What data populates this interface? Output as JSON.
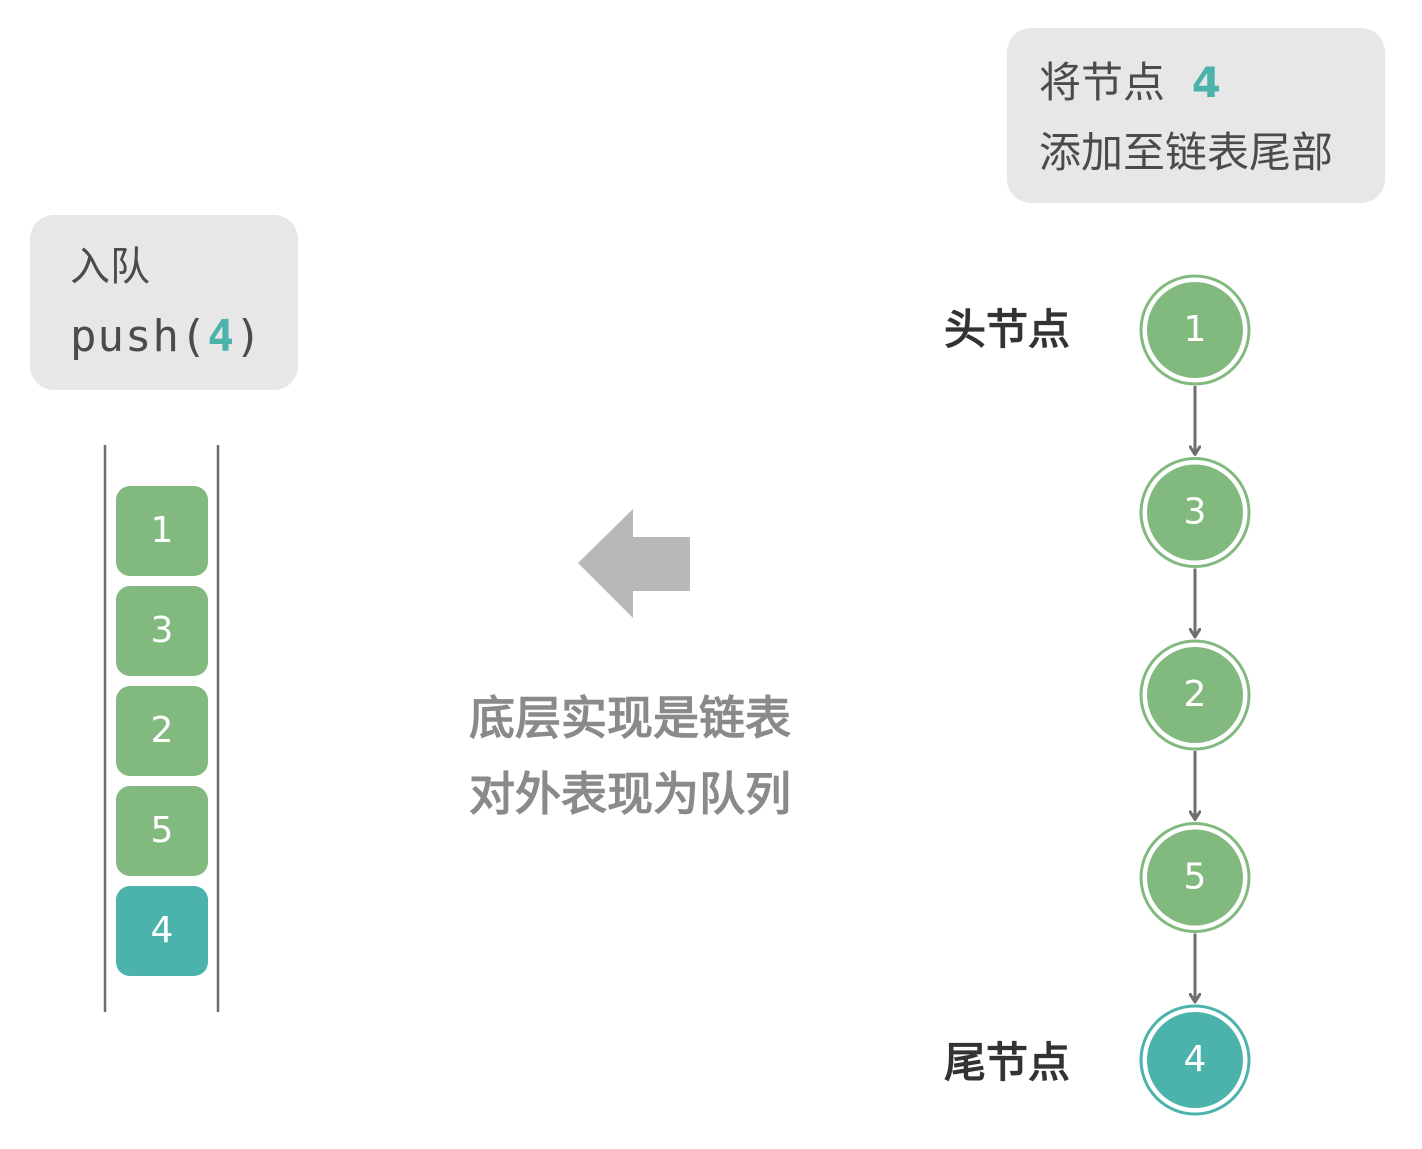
{
  "queue_panel": {
    "title": "入队",
    "call_prefix": "push(",
    "call_value": "4",
    "call_suffix": ")"
  },
  "queue": {
    "items": [
      "1",
      "3",
      "2",
      "5",
      "4"
    ],
    "new_item_index": 4
  },
  "middle_caption": {
    "line1": "底层实现是链表",
    "line2": "对外表现为队列"
  },
  "list_panel": {
    "line1_prefix": "将节点",
    "line1_value": "4",
    "line2": "添加至链表尾部"
  },
  "linked_list": {
    "nodes": [
      "1",
      "3",
      "2",
      "5",
      "4"
    ],
    "head_label": "头节点",
    "tail_label": "尾节点",
    "new_node_index": 4
  },
  "colors": {
    "old_item": "#82b97e",
    "new_item": "#4bb3ab",
    "callout_bg": "#e7e7e7",
    "arrow_gray": "#b8b8b8",
    "link_gray": "#6e6e6e"
  }
}
